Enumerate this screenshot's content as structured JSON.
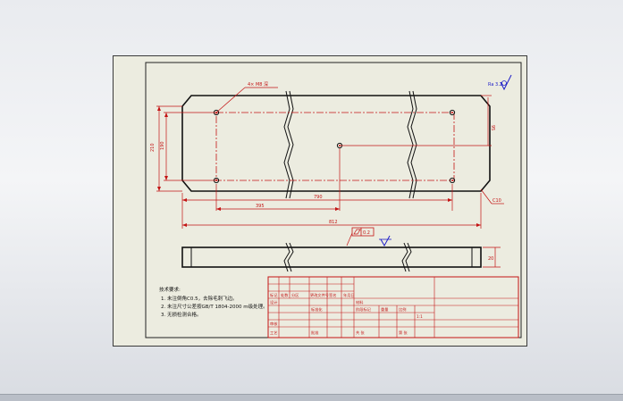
{
  "drawing": {
    "hole_note": "4× M8 深",
    "surface_finish": "Ra 3.2",
    "dim_length_total": "812",
    "dim_hole_span": "790",
    "dim_half_span": "395",
    "dim_height": "210",
    "dim_hole_height": "190",
    "dim_inner_height": "95",
    "dim_chamfer": "C10",
    "dim_thickness": "20",
    "flatness_tol": "0.2"
  },
  "technical_requirements": {
    "title": "技术要求:",
    "items": [
      "1. 未注倒角C0.5，去除毛刺飞边。",
      "2. 未注尺寸公差按GB/T 1804-2000 m级处理。",
      "3. 无损检测合格。"
    ]
  },
  "title_block": {
    "labels": {
      "mark": "标记",
      "count": "处数",
      "zone": "分区",
      "change_doc": "更改文件号",
      "sign": "签名",
      "date": "年月日",
      "design": "设计",
      "standardize": "标准化",
      "check": "审核",
      "process": "工艺",
      "approve": "批准",
      "stage_mark": "阶段标记",
      "weight": "重量",
      "scale": "比例",
      "sheet_total": "共 张",
      "sheet_no": "第 张",
      "material": "材料",
      "scale_value": "1:1"
    }
  }
}
